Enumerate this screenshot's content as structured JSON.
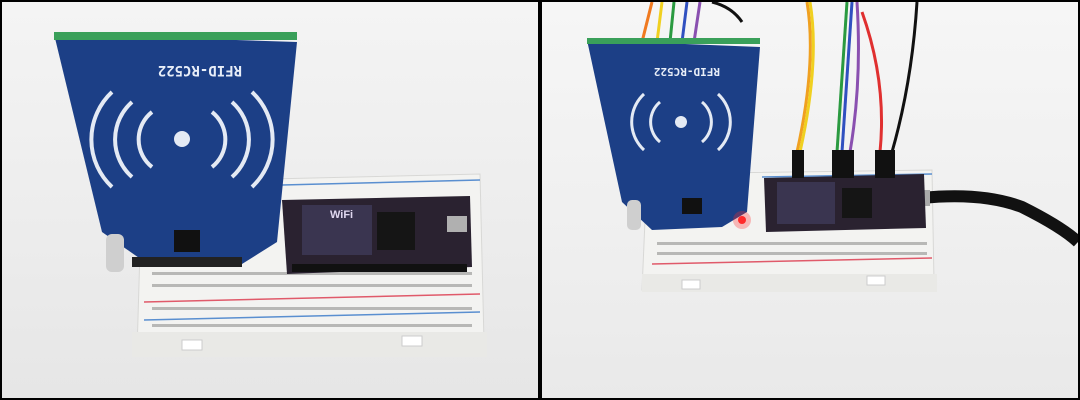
{
  "photos": [
    {
      "name": "rfid-module-on-breadboard",
      "rfid_label": "RFID-RC522",
      "esp_label": "WiFi"
    },
    {
      "name": "rfid-module-wired",
      "rfid_label": "RFID-RC522"
    }
  ],
  "colors": {
    "rfid_board": "#1c3f86",
    "breadboard": "#f2f2f0",
    "nodemcu": "#2a2230",
    "led": "#ff2a2a"
  }
}
